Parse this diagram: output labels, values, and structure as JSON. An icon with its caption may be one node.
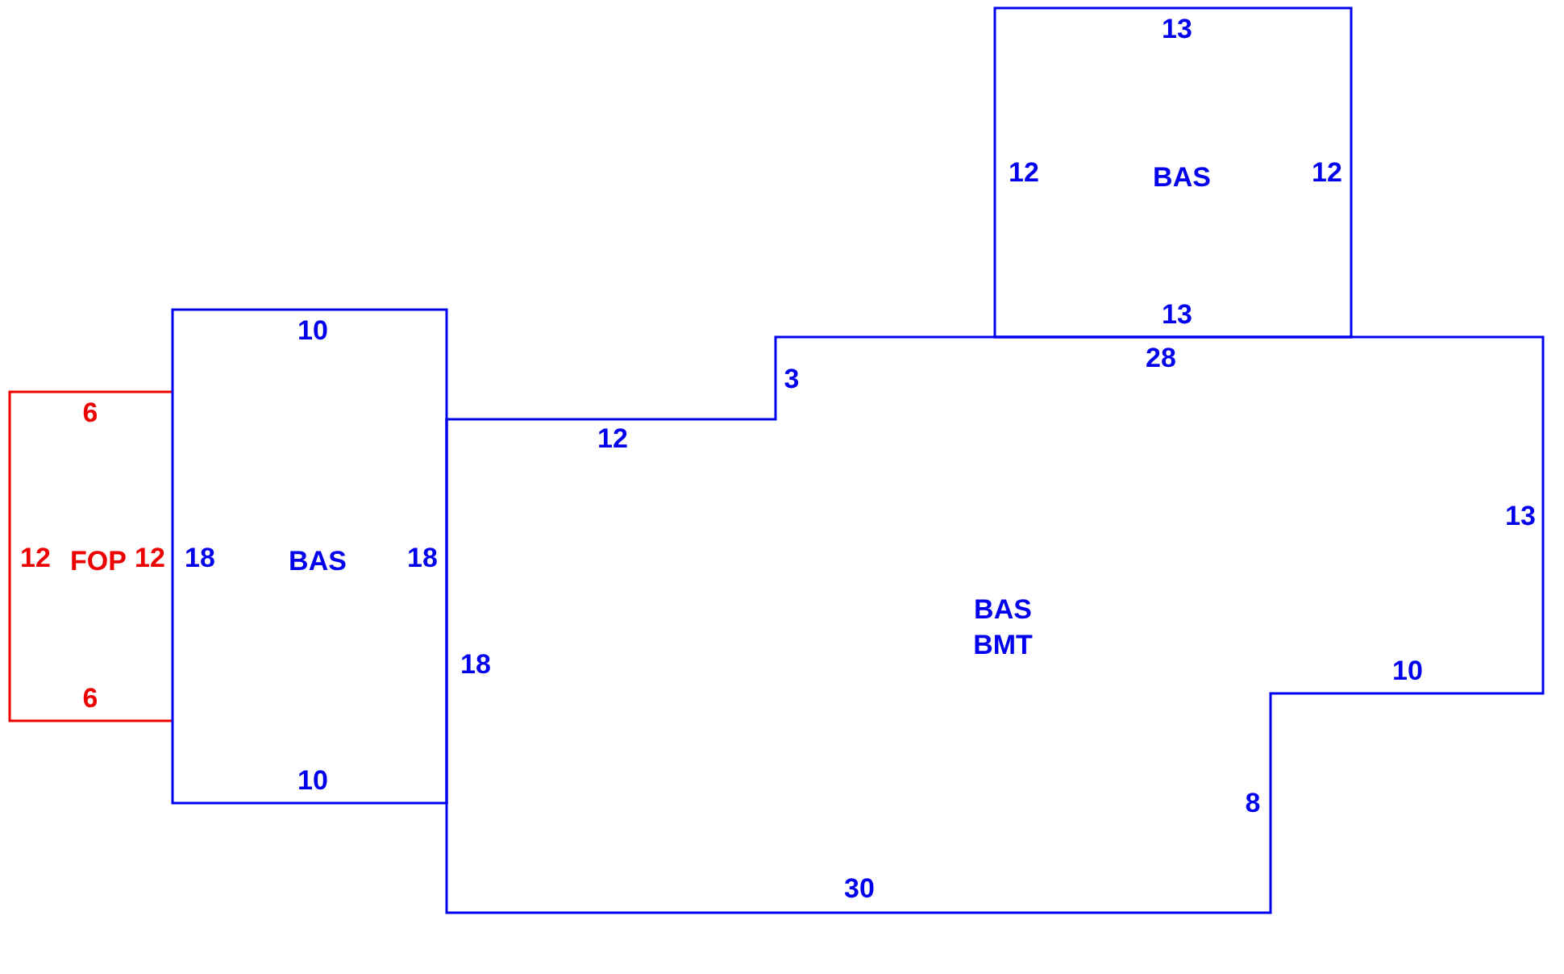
{
  "diagram": {
    "nodes": [
      {
        "text": [
          "FOP"
        ]
      },
      {
        "text": [
          "BAS"
        ]
      },
      {
        "text": [
          "BAS"
        ]
      },
      {
        "text": [
          "BAS",
          "BMT"
        ]
      }
    ],
    "labels": [
      "13",
      "12",
      "12",
      "13",
      "10",
      "28",
      "3",
      "6",
      "12",
      "13",
      "12",
      "12",
      "18",
      "18",
      "18",
      "10",
      "6",
      "10",
      "8",
      "30"
    ]
  }
}
